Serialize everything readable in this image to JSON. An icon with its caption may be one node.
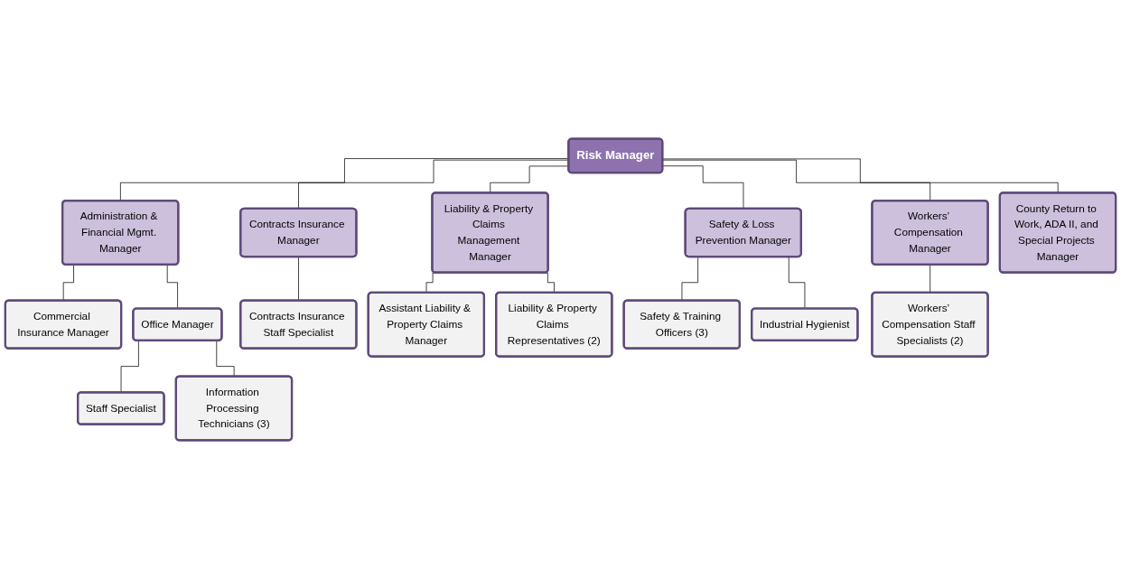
{
  "diagram": {
    "nodes": [
      {
        "text": [
          "Risk Manager"
        ]
      },
      {
        "text": [
          "Administration & Financial Mgmt. Manager"
        ]
      },
      {
        "text": [
          "Contracts Insurance Manager"
        ]
      },
      {
        "text": [
          "Liability & Property Claims Management Manager"
        ]
      },
      {
        "text": [
          "Safety & Loss Prevention Manager"
        ]
      },
      {
        "text": [
          "Workers’ Compensation Manager"
        ]
      },
      {
        "text": [
          "County Return to Work, ADA II, and Special Projects Manager"
        ]
      },
      {
        "text": [
          "Commercial Insurance Manager"
        ]
      },
      {
        "text": [
          "Office Manager"
        ]
      },
      {
        "text": [
          "Staff Specialist"
        ]
      },
      {
        "text": [
          "Information Processing Technicians (3)"
        ]
      },
      {
        "text": [
          "Contracts Insurance Staff Specialist"
        ]
      },
      {
        "text": [
          "Assistant Liability & Property Claims Manager"
        ]
      },
      {
        "text": [
          "Liability & Property Claims Representatives (2)"
        ]
      },
      {
        "text": [
          "Safety & Training Officers (3)"
        ]
      },
      {
        "text": [
          "Industrial Hygienist"
        ]
      },
      {
        "text": [
          "Workers’ Compensation Staff Specialists (2)"
        ]
      }
    ],
    "edges": [
      {
        "from": 0,
        "to": 1,
        "arrow": "none"
      },
      {
        "from": 0,
        "to": 2,
        "arrow": "none"
      },
      {
        "from": 0,
        "to": 3,
        "arrow": "none"
      },
      {
        "from": 0,
        "to": 4,
        "arrow": "none"
      },
      {
        "from": 0,
        "to": 5,
        "arrow": "none"
      },
      {
        "from": 0,
        "to": 6,
        "arrow": "none"
      },
      {
        "from": 1,
        "to": 7,
        "arrow": "none"
      },
      {
        "from": 1,
        "to": 8,
        "arrow": "none"
      },
      {
        "from": 8,
        "to": 9,
        "arrow": "none"
      },
      {
        "from": 8,
        "to": 10,
        "arrow": "none"
      },
      {
        "from": 2,
        "to": 11,
        "arrow": "none"
      },
      {
        "from": 3,
        "to": 12,
        "arrow": "none"
      },
      {
        "from": 3,
        "to": 13,
        "arrow": "none"
      },
      {
        "from": 4,
        "to": 14,
        "arrow": "none"
      },
      {
        "from": 4,
        "to": 15,
        "arrow": "none"
      },
      {
        "from": 5,
        "to": 16,
        "arrow": "none"
      }
    ]
  }
}
